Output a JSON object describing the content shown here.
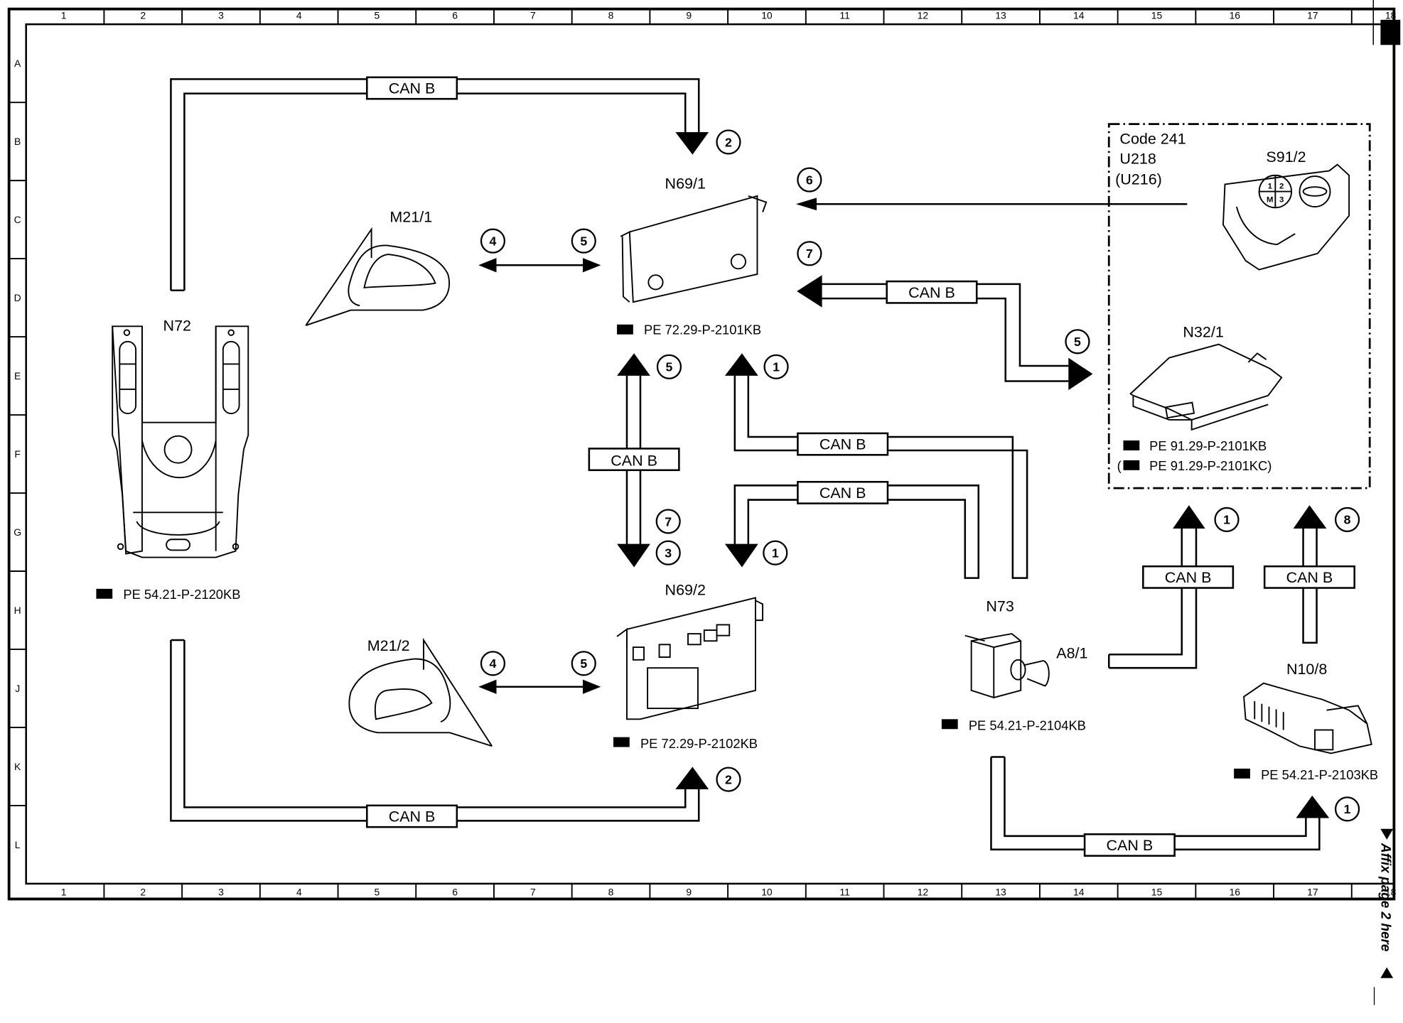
{
  "page": {
    "side_note": "Affix page 2 here",
    "column_labels": [
      "1",
      "2",
      "3",
      "4",
      "5",
      "6",
      "7",
      "8",
      "9",
      "10",
      "11",
      "12",
      "13",
      "14",
      "15",
      "16",
      "17",
      "18"
    ],
    "row_labels": [
      "A",
      "B",
      "C",
      "D",
      "E",
      "F",
      "G",
      "H",
      "J",
      "K",
      "L"
    ]
  },
  "bus_label": "CAN B",
  "components": {
    "n72": {
      "label": "N72",
      "ref": "PE 54.21-P-2120KB"
    },
    "m21_1": {
      "label": "M21/1"
    },
    "m21_2": {
      "label": "M21/2"
    },
    "n69_1": {
      "label": "N69/1",
      "ref": "PE 72.29-P-2101KB"
    },
    "n69_2": {
      "label": "N69/2",
      "ref": "PE 72.29-P-2102KB"
    },
    "n73": {
      "label": "N73",
      "ref": "PE 54.21-P-2104KB"
    },
    "a8_1": {
      "label": "A8/1"
    },
    "s91_2": {
      "label": "S91/2",
      "knob_labels": [
        "1",
        "2",
        "M",
        "3"
      ]
    },
    "n32_1": {
      "label": "N32/1",
      "ref": "PE 91.29-P-2101KB",
      "ref_alt": "PE 91.29-P-2101KC"
    },
    "n10_8": {
      "label": "N10/8",
      "ref": "PE 54.21-P-2103KB"
    }
  },
  "option_box": {
    "lines": [
      "Code 241",
      "U218",
      "(U216)"
    ]
  },
  "callouts": {
    "n69_1_top": "2",
    "n69_1_side_6": "6",
    "n69_1_side_7": "7",
    "m21_1_left": "4",
    "m21_1_right": "5",
    "n69_1_bottom_5": "5",
    "n69_1_bottom_1": "1",
    "n32_1_in": "5",
    "n69_2_top_7": "7",
    "n69_2_top_3": "3",
    "n69_2_top_1": "1",
    "m21_2_left": "4",
    "m21_2_right": "5",
    "n69_2_bottom": "2",
    "n32_1_bottom_1": "1",
    "n32_1_bottom_8": "8",
    "n10_8_bottom": "1"
  }
}
